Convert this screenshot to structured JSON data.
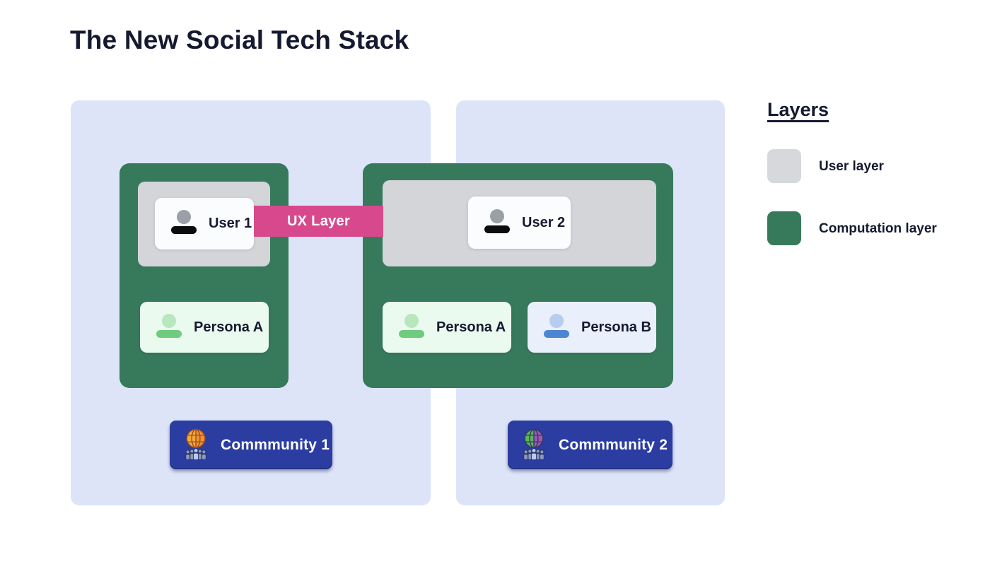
{
  "title": "The New Social Tech Stack",
  "ux_band": {
    "label": "UX Layer",
    "color": "#d7498c"
  },
  "communities": [
    {
      "button_label": "Commmunity 1",
      "user_label": "User 1",
      "personas": [
        {
          "label": "Persona A",
          "variant": "green"
        }
      ]
    },
    {
      "button_label": "Commmunity 2",
      "user_label": "User 2",
      "personas": [
        {
          "label": "Persona A",
          "variant": "green"
        },
        {
          "label": "Persona B",
          "variant": "blue"
        }
      ]
    }
  ],
  "legend": {
    "heading": "Layers",
    "items": [
      {
        "label": "User layer",
        "color": "#d6d8dc"
      },
      {
        "label": "Computation layer",
        "color": "#377a5b"
      }
    ]
  },
  "colors": {
    "panel_blue": "#dde4f8",
    "computation_green": "#377a5b",
    "user_layer_gray": "#d3d5d9",
    "ux_pink": "#d7498c",
    "community_button_blue": "#2b3da1",
    "title_navy": "#161a30"
  }
}
